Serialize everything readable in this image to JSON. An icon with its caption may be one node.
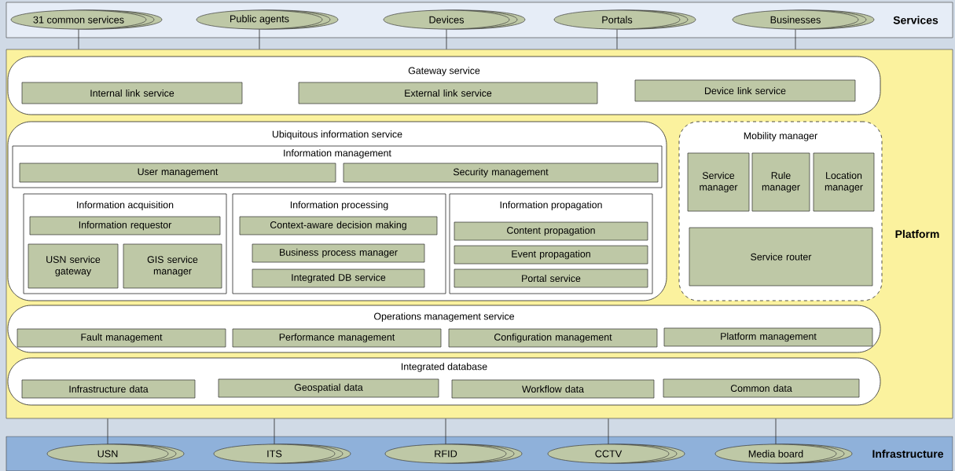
{
  "diagram": {
    "nodes": [
      {
        "text": [
          "Services"
        ]
      },
      {
        "text": [
          "31 common services"
        ],
        "in": 0
      },
      {
        "text": [
          "Public agents"
        ],
        "in": 0
      },
      {
        "text": [
          "Devices"
        ],
        "in": 0
      },
      {
        "text": [
          "Portals"
        ],
        "in": 0
      },
      {
        "text": [
          "Businesses"
        ],
        "in": 0
      },
      {
        "text": [
          "Platform"
        ]
      },
      {
        "text": [
          "Gateway service"
        ],
        "in": 6
      },
      {
        "text": [
          "Internal link service"
        ],
        "in": 7
      },
      {
        "text": [
          "External link service"
        ],
        "in": 7
      },
      {
        "text": [
          "Device link service"
        ],
        "in": 7
      },
      {
        "text": [
          "Ubiquitous information service"
        ],
        "in": 6
      },
      {
        "text": [
          "Information management"
        ],
        "in": 11
      },
      {
        "text": [
          "User management"
        ],
        "in": 12
      },
      {
        "text": [
          "Security management"
        ],
        "in": 12
      },
      {
        "text": [
          "Information acquisition"
        ],
        "in": 11
      },
      {
        "text": [
          "Information requestor"
        ],
        "in": 15
      },
      {
        "text": [
          "USN service gateway"
        ],
        "in": 15
      },
      {
        "text": [
          "GIS service manager"
        ],
        "in": 15
      },
      {
        "text": [
          "Information processing"
        ],
        "in": 11
      },
      {
        "text": [
          "Context-aware decision making"
        ],
        "in": 19
      },
      {
        "text": [
          "Business process manager"
        ],
        "in": 19
      },
      {
        "text": [
          "Integrated DB service"
        ],
        "in": 19
      },
      {
        "text": [
          "Information propagation"
        ],
        "in": 11
      },
      {
        "text": [
          "Content propagation"
        ],
        "in": 23
      },
      {
        "text": [
          "Event propagation"
        ],
        "in": 23
      },
      {
        "text": [
          "Portal service"
        ],
        "in": 23
      },
      {
        "text": [
          "Mobility manager"
        ],
        "in": 6
      },
      {
        "text": [
          "Service manager"
        ],
        "in": 27
      },
      {
        "text": [
          "Rule manager"
        ],
        "in": 27
      },
      {
        "text": [
          "Location manager"
        ],
        "in": 27
      },
      {
        "text": [
          "Service router"
        ],
        "in": 27
      },
      {
        "text": [
          "Operations management service"
        ],
        "in": 6
      },
      {
        "text": [
          "Fault management"
        ],
        "in": 32
      },
      {
        "text": [
          "Performance management"
        ],
        "in": 32
      },
      {
        "text": [
          "Configuration management"
        ],
        "in": 32
      },
      {
        "text": [
          "Platform management"
        ],
        "in": 32
      },
      {
        "text": [
          "Integrated database"
        ],
        "in": 6
      },
      {
        "text": [
          "Infrastructure data"
        ],
        "in": 37
      },
      {
        "text": [
          "Geospatial data"
        ],
        "in": 37
      },
      {
        "text": [
          "Workflow data"
        ],
        "in": 37
      },
      {
        "text": [
          "Common data"
        ],
        "in": 37
      },
      {
        "text": [
          "Infrastructure"
        ]
      },
      {
        "text": [
          "USN"
        ],
        "in": 42
      },
      {
        "text": [
          "ITS"
        ],
        "in": 42
      },
      {
        "text": [
          "RFID"
        ],
        "in": 42
      },
      {
        "text": [
          "CCTV"
        ],
        "in": 42
      },
      {
        "text": [
          "Media board"
        ],
        "in": 42
      }
    ],
    "edges": [
      {
        "from": 1,
        "to": 6,
        "arrow": "none"
      },
      {
        "from": 2,
        "to": 6,
        "arrow": "none"
      },
      {
        "from": 3,
        "to": 6,
        "arrow": "none"
      },
      {
        "from": 4,
        "to": 6,
        "arrow": "none"
      },
      {
        "from": 5,
        "to": 6,
        "arrow": "none"
      },
      {
        "from": 6,
        "to": 43,
        "arrow": "none"
      },
      {
        "from": 6,
        "to": 44,
        "arrow": "none"
      },
      {
        "from": 6,
        "to": 45,
        "arrow": "none"
      },
      {
        "from": 6,
        "to": 46,
        "arrow": "none"
      },
      {
        "from": 6,
        "to": 47,
        "arrow": "none"
      }
    ]
  }
}
